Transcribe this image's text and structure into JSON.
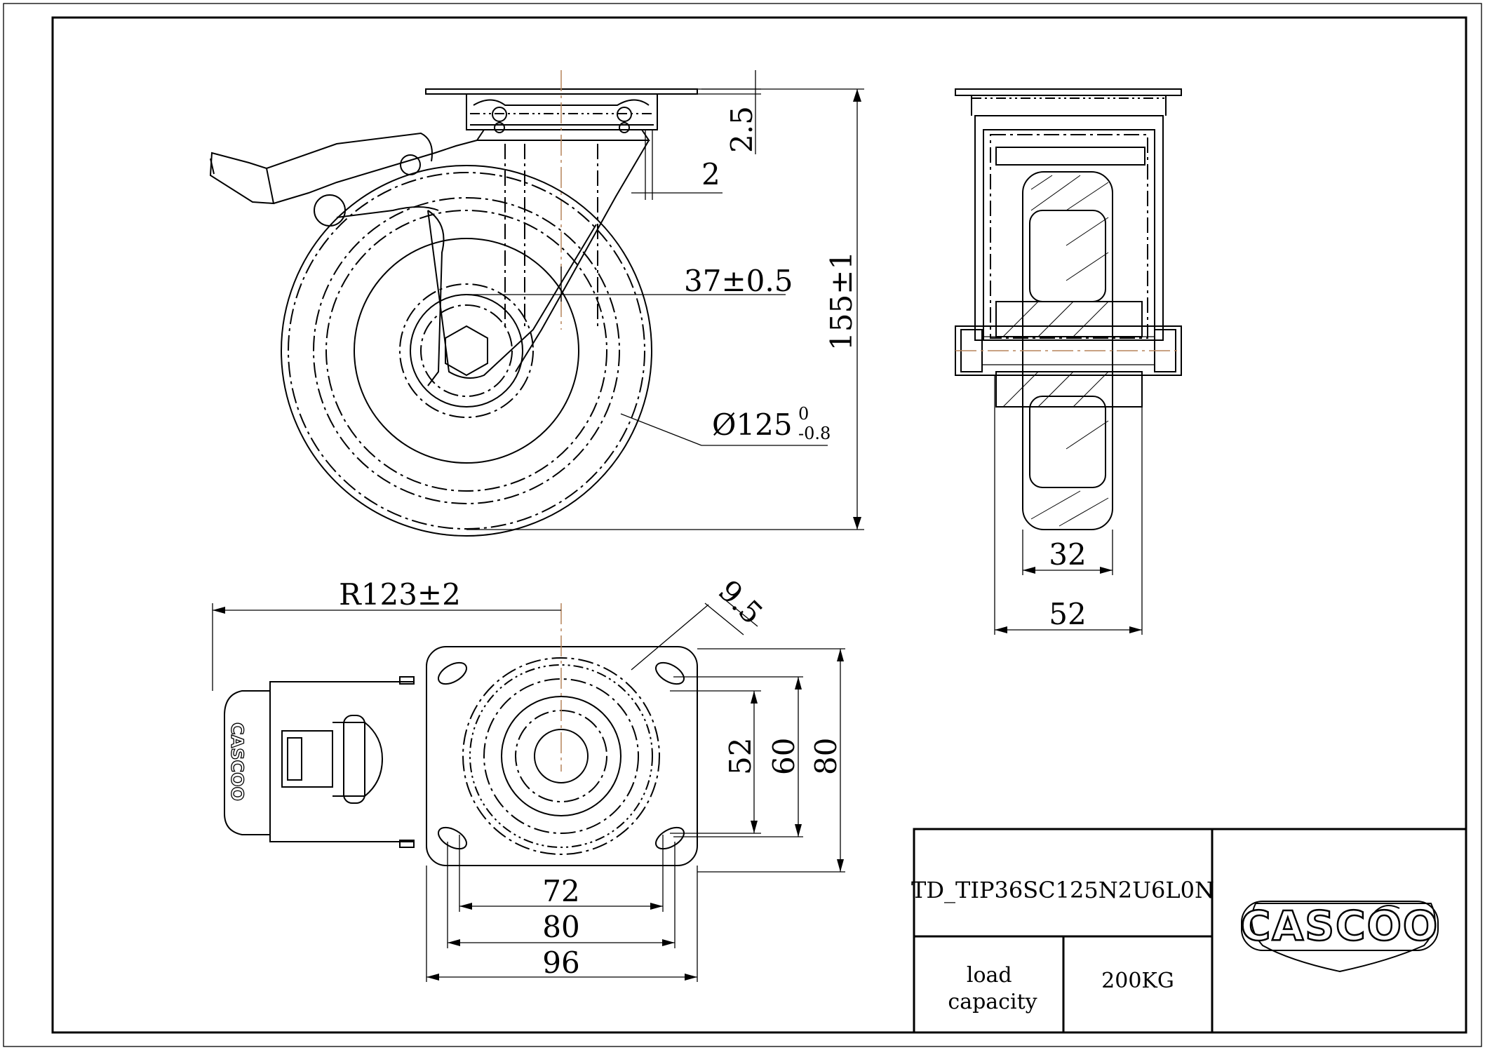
{
  "dimensions": {
    "plate_offset": "2.5",
    "plate_gap": "2",
    "offset": "37±0.5",
    "height": "155±1",
    "wheel_dia_value": "125",
    "wheel_dia_upper_tol": "0",
    "wheel_dia_lower_tol": "-0.8",
    "swivel_radius": "R123±2",
    "slot_size": "9.5",
    "tread_width": "32",
    "fork_width": "52",
    "bolt_hole_v1": "52",
    "bolt_hole_v2": "60",
    "plate_v": "80",
    "bolt_hole_h1": "72",
    "bolt_hole_h2": "80",
    "plate_h": "96"
  },
  "title_block": {
    "part_number": "TD_TIP36SC125N2U6L0N",
    "load_label": "load\ncapacity",
    "load_value": "200KG",
    "logo_text": "CASCOO",
    "brake_logo_text": "CASCOO"
  }
}
